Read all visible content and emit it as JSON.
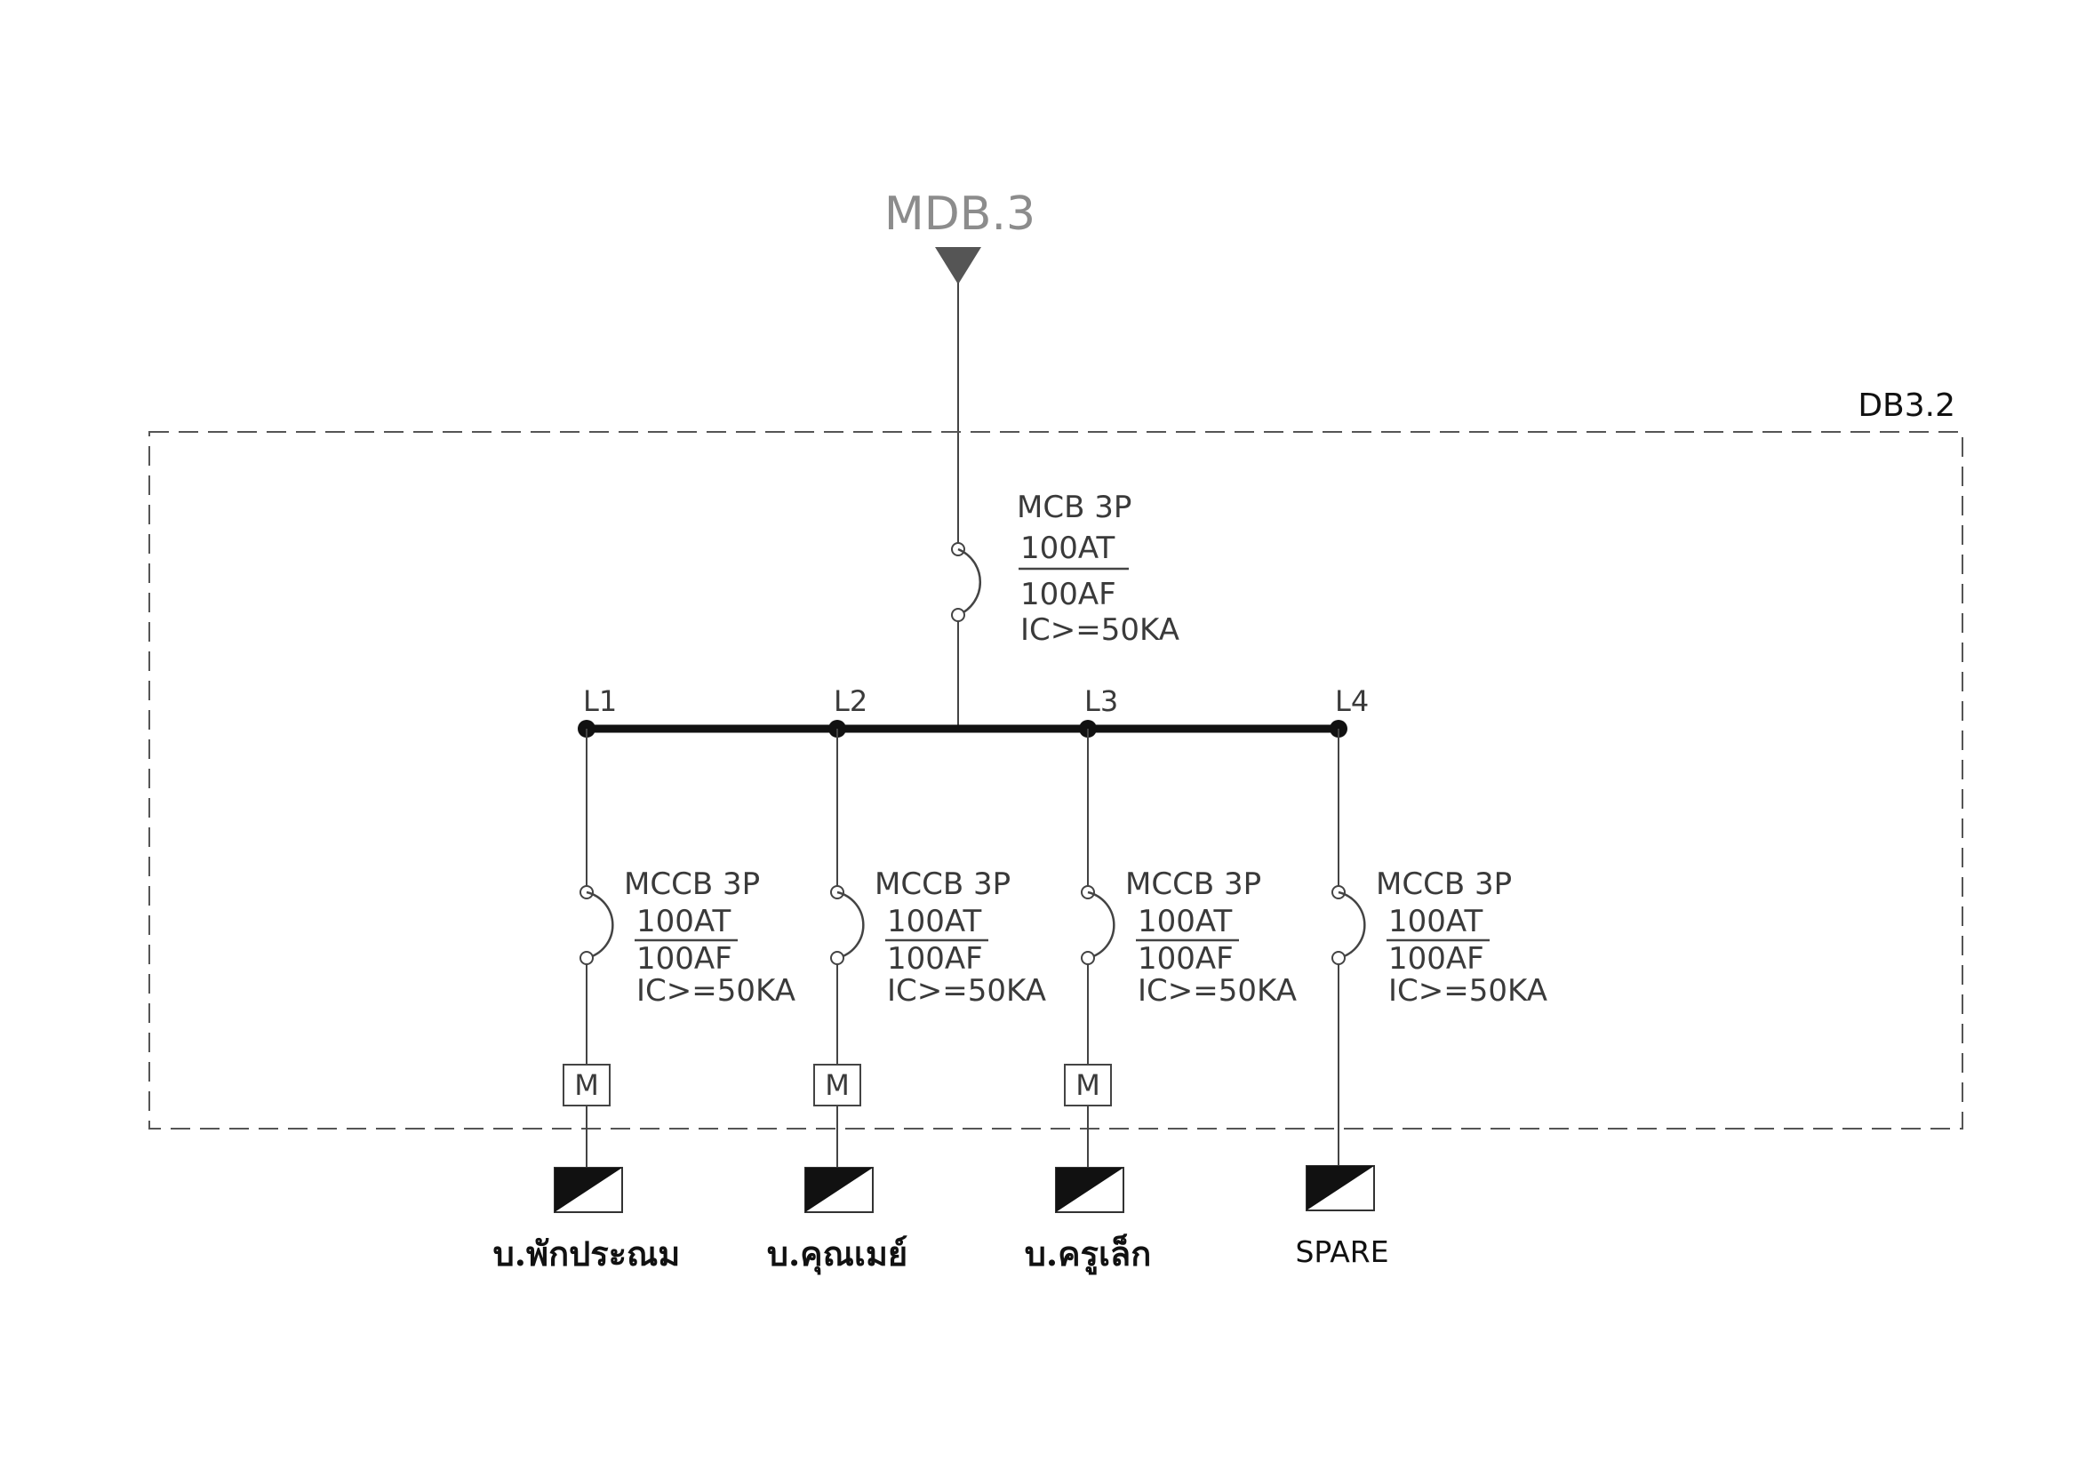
{
  "source": {
    "label": "MDB.3"
  },
  "panel": {
    "label": "DB3.2"
  },
  "main_breaker": {
    "type": "MCB 3P",
    "trip": "100AT",
    "frame": "100AF",
    "ic": "IC>=50KA"
  },
  "busbar": {
    "nodes": [
      "L1",
      "L2",
      "L3",
      "L4"
    ]
  },
  "branches": [
    {
      "node": "L1",
      "breaker": {
        "type": "MCCB 3P",
        "trip": "100AT",
        "frame": "100AF",
        "ic": "IC>=50KA"
      },
      "meter": "M",
      "load": "บ.พักประณม"
    },
    {
      "node": "L2",
      "breaker": {
        "type": "MCCB 3P",
        "trip": "100AT",
        "frame": "100AF",
        "ic": "IC>=50KA"
      },
      "meter": "M",
      "load": "บ.คุณเมย์"
    },
    {
      "node": "L3",
      "breaker": {
        "type": "MCCB 3P",
        "trip": "100AT",
        "frame": "100AF",
        "ic": "IC>=50KA"
      },
      "meter": "M",
      "load": "บ.ครูเล็ก"
    },
    {
      "node": "L4",
      "breaker": {
        "type": "MCCB 3P",
        "trip": "100AT",
        "frame": "100AF",
        "ic": "IC>=50KA"
      },
      "meter": null,
      "load": "SPARE"
    }
  ],
  "colors": {
    "line": "#444444",
    "busbar": "#111111",
    "source_arrow": "#555555",
    "source_label": "#8c8c8c"
  }
}
